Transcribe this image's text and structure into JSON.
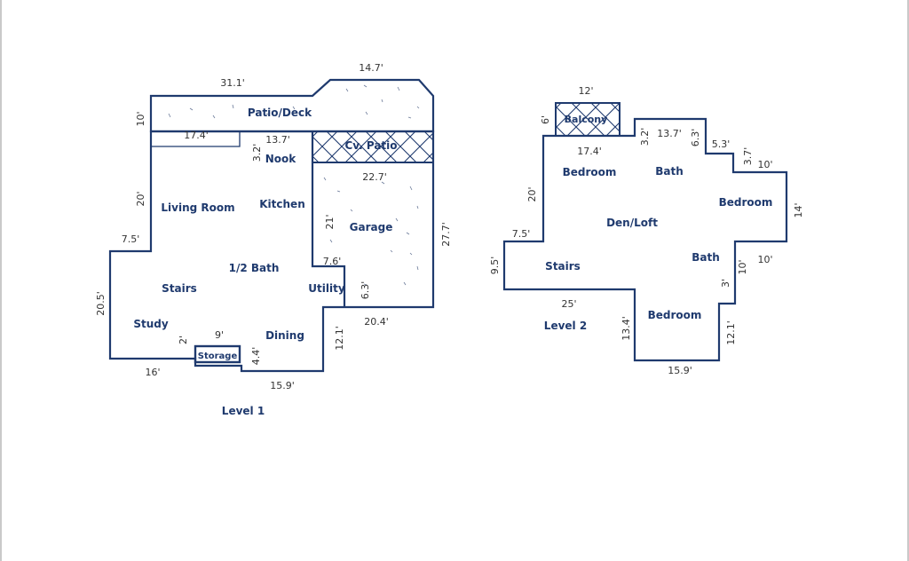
{
  "level1": {
    "title": "Level 1",
    "rooms": {
      "patio_deck": "Patio/Deck",
      "nook": "Nook",
      "cv_patio": "Cv. Patio",
      "living_room": "Living Room",
      "kitchen": "Kitchen",
      "garage": "Garage",
      "half_bath": "1/2 Bath",
      "stairs": "Stairs",
      "utility": "Utility",
      "study": "Study",
      "dining": "Dining",
      "storage": "Storage"
    },
    "dimensions": {
      "d_31_1": "31.1'",
      "d_14_7": "14.7'",
      "d_10": "10'",
      "d_17_4": "17.4'",
      "d_13_7": "13.7'",
      "d_3_2": "3.2'",
      "d_22_7": "22.7'",
      "d_20": "20'",
      "d_21": "21'",
      "d_27_7": "27.7'",
      "d_7_5": "7.5'",
      "d_7_6": "7.6'",
      "d_6_3": "6.3'",
      "d_20_5": "20.5'",
      "d_20_4": "20.4'",
      "d_2": "2'",
      "d_9": "9'",
      "d_12_1": "12.1'",
      "d_4_4": "4.4'",
      "d_16": "16'",
      "d_15_9": "15.9'"
    }
  },
  "level2": {
    "title": "Level 2",
    "rooms": {
      "balcony": "Balcony",
      "bedroom_left": "Bedroom",
      "bath_top": "Bath",
      "bedroom_right": "Bedroom",
      "den_loft": "Den/Loft",
      "stairs": "Stairs",
      "bath_lower": "Bath",
      "bedroom_bottom": "Bedroom"
    },
    "dimensions": {
      "d_12": "12'",
      "d_6": "6'",
      "d_17_4": "17.4'",
      "d_3_2": "3.2'",
      "d_13_7": "13.7'",
      "d_6_3": "6.3'",
      "d_5_3": "5.3'",
      "d_3_7": "3.7'",
      "d_10_top": "10'",
      "d_20": "20'",
      "d_14": "14'",
      "d_7_5": "7.5'",
      "d_9_5": "9.5'",
      "d_10_right": "10'",
      "d_10_inner": "10'",
      "d_3": "3'",
      "d_25": "25'",
      "d_13_4": "13.4'",
      "d_12_1": "12.1'",
      "d_15_9": "15.9'"
    }
  }
}
